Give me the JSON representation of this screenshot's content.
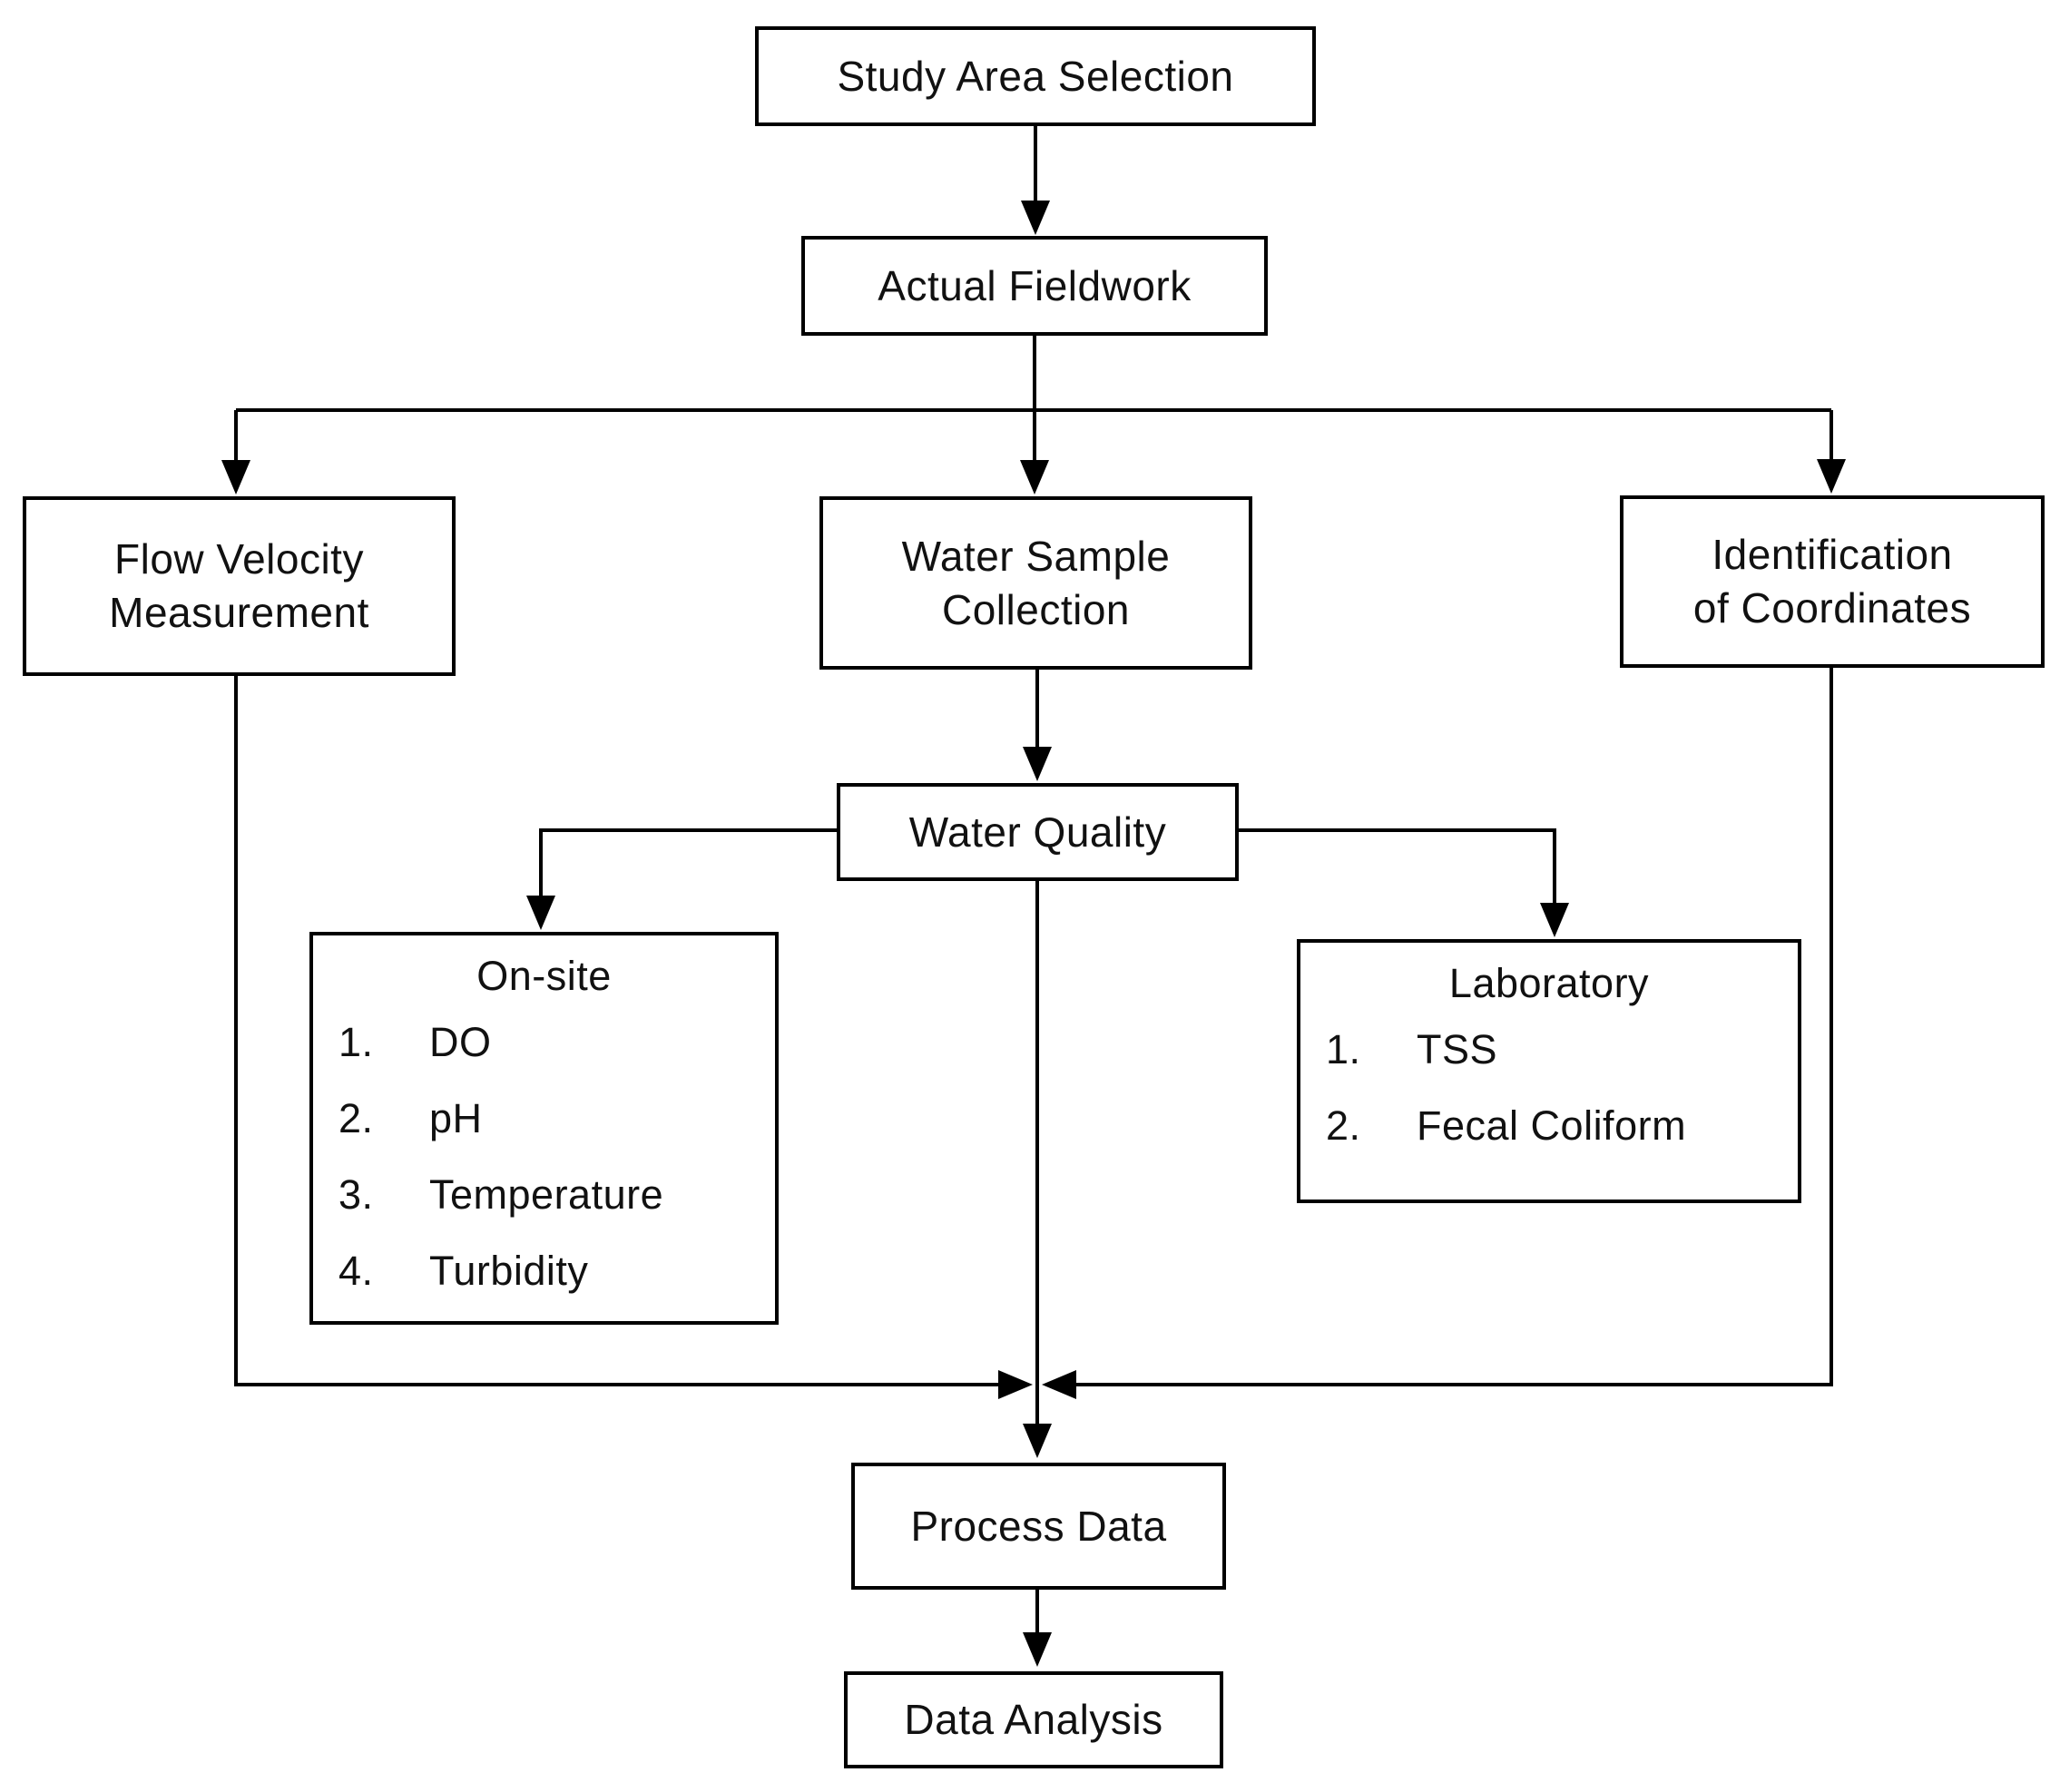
{
  "diagram": {
    "title": "Water quality study methodology flowchart",
    "type": "flowchart",
    "colors": {
      "background": "#ffffff",
      "box_fill": "#ffffff",
      "box_border": "#000000",
      "line": "#000000",
      "text": "#111111"
    }
  },
  "nodes": {
    "study_area": {
      "label": "Study Area Selection"
    },
    "actual_fieldwork": {
      "label": "Actual Fieldwork"
    },
    "flow_velocity": {
      "line1": "Flow Velocity",
      "line2": "Measurement"
    },
    "water_sample": {
      "line1": "Water Sample",
      "line2": "Collection"
    },
    "identification": {
      "line1": "Identification",
      "line2": "of Coordinates"
    },
    "water_quality": {
      "label": "Water Quality"
    },
    "on_site": {
      "title": "On-site",
      "items": [
        {
          "num": "1.",
          "text": "DO"
        },
        {
          "num": "2.",
          "text": "pH"
        },
        {
          "num": "3.",
          "text": "Temperature"
        },
        {
          "num": "4.",
          "text": "Turbidity"
        }
      ]
    },
    "laboratory": {
      "title": "Laboratory",
      "items": [
        {
          "num": "1.",
          "text": "TSS"
        },
        {
          "num": "2.",
          "text": "Fecal Coliform"
        }
      ]
    },
    "process_data": {
      "label": "Process Data"
    },
    "data_analysis": {
      "label": "Data Analysis"
    }
  },
  "edges": [
    {
      "from": "Study Area Selection",
      "to": "Actual Fieldwork"
    },
    {
      "from": "Actual Fieldwork",
      "to": "Flow Velocity Measurement"
    },
    {
      "from": "Actual Fieldwork",
      "to": "Water Sample Collection"
    },
    {
      "from": "Actual Fieldwork",
      "to": "Identification of Coordinates"
    },
    {
      "from": "Water Sample Collection",
      "to": "Water Quality"
    },
    {
      "from": "Water Quality",
      "to": "On-site"
    },
    {
      "from": "Water Quality",
      "to": "Laboratory"
    },
    {
      "from": "Water Quality",
      "to": "Process Data"
    },
    {
      "from": "Flow Velocity Measurement",
      "to": "Process Data"
    },
    {
      "from": "Identification of Coordinates",
      "to": "Process Data"
    },
    {
      "from": "Process Data",
      "to": "Data Analysis"
    }
  ]
}
